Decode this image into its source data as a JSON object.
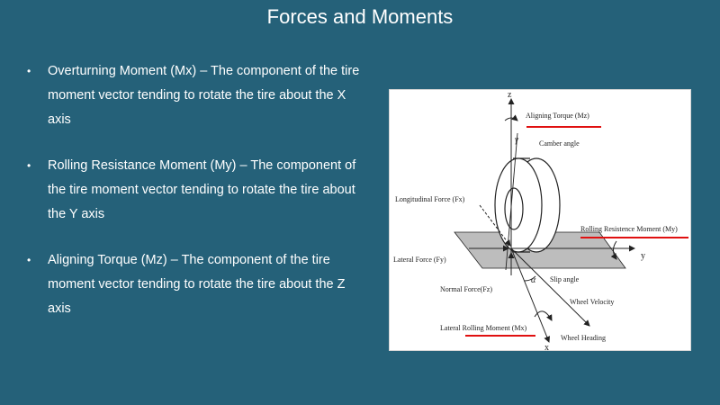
{
  "slide": {
    "title": "Forces and Moments",
    "bullets": [
      {
        "text": "Overturning Moment (Mx) – The component of the tire moment vector tending to rotate the tire about the X axis"
      },
      {
        "text": "Rolling Resistance Moment (My) – The component of the tire moment vector tending to rotate the tire about the Y axis"
      },
      {
        "text": "Aligning Torque (Mz) – The component of the tire moment vector tending to rotate the tire about the Z axis"
      }
    ],
    "bullet_glyph": "•"
  },
  "diagram": {
    "labels": {
      "z_axis": "z",
      "y_axis": "y",
      "x_axis": "x",
      "gamma": "γ",
      "alpha": "α",
      "aligning_torque": "Aligning Torque (Mz)",
      "camber_angle": "Camber angle",
      "longitudinal_force": "Longitudinal Force (Fx)",
      "rolling_resistance": "Rolling Resistence Moment (My)",
      "lateral_force": "Lateral Force (Fy)",
      "slip_angle": "Slip angle",
      "normal_force": "Normal Force(Fz)",
      "wheel_velocity": "Wheel Velocity",
      "lateral_rolling": "Lateral Rolling Moment (Mx)",
      "wheel_heading": "Wheel Heading"
    },
    "colors": {
      "underline": "#e01010",
      "ground_plane": "#bdbdbd",
      "line": "#222222"
    }
  }
}
